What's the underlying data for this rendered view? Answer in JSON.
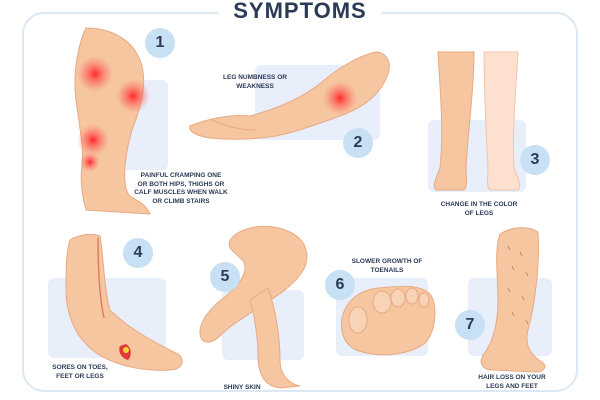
{
  "title": "SYMPTOMS",
  "colors": {
    "skin": "#f5c6a0",
    "skin_dark": "#e8a983",
    "panel": "#e9eefb",
    "badge": "#c7e0f4",
    "text": "#2b3a57",
    "pain": "#ff3030",
    "frame": "#dce9f4"
  },
  "symptoms": [
    {
      "number": "1",
      "lines": [
        "PAINFUL CRAMPING ONE",
        "OR BOTH HIPS, THIGHS OR",
        "CALF MUSCLES WHEN WALK",
        "OR CLIMB STAIRS"
      ],
      "icon": "leg-pain-points-icon"
    },
    {
      "number": "2",
      "lines": [
        "LEG NUMBNESS OR",
        "WEAKNESS"
      ],
      "icon": "leg-numbness-icon"
    },
    {
      "number": "3",
      "lines": [
        "CHANGE IN THE COLOR",
        "OF LEGS"
      ],
      "icon": "legs-color-change-icon"
    },
    {
      "number": "4",
      "lines": [
        "SORES ON TOES,",
        "FEET OR LEGS"
      ],
      "icon": "foot-sore-icon"
    },
    {
      "number": "5",
      "lines": [
        "SHINY SKIN"
      ],
      "icon": "shiny-skin-legs-icon"
    },
    {
      "number": "6",
      "lines": [
        "SLOWER GROWTH OF",
        "TOENAILS"
      ],
      "icon": "toenails-icon"
    },
    {
      "number": "7",
      "lines": [
        "HAIR LOSS ON YOUR",
        "LEGS AND FEET"
      ],
      "icon": "hairy-leg-icon"
    }
  ]
}
